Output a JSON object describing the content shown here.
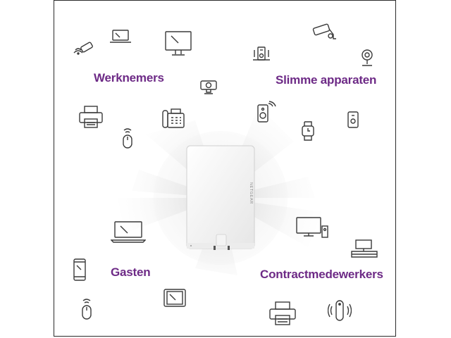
{
  "groups": {
    "employees": "Werknemers",
    "smart_devices": "Slimme apparaten",
    "guests": "Gasten",
    "contractors": "Contractmedewerkers"
  },
  "device": {
    "brand": "NETGEAR"
  },
  "colors": {
    "label": "#6d2a86",
    "icon_stroke": "#3a3a3a",
    "frame": "#2a2a2a"
  },
  "icons": [
    "usb-wifi-dongle-icon",
    "laptop-icon",
    "monitor-icon",
    "webcam-icon",
    "printer-icon",
    "desk-phone-icon",
    "wireless-mouse-icon",
    "security-camera-icon",
    "smart-speaker-icon",
    "home-camera-icon",
    "speaker-icon",
    "smartwatch-icon",
    "smart-plug-icon",
    "laptop-icon",
    "smartphone-icon",
    "tablet-icon",
    "wireless-mouse-icon",
    "tv-icon",
    "tv-stand-icon",
    "printer-icon",
    "smart-speaker-icon"
  ]
}
